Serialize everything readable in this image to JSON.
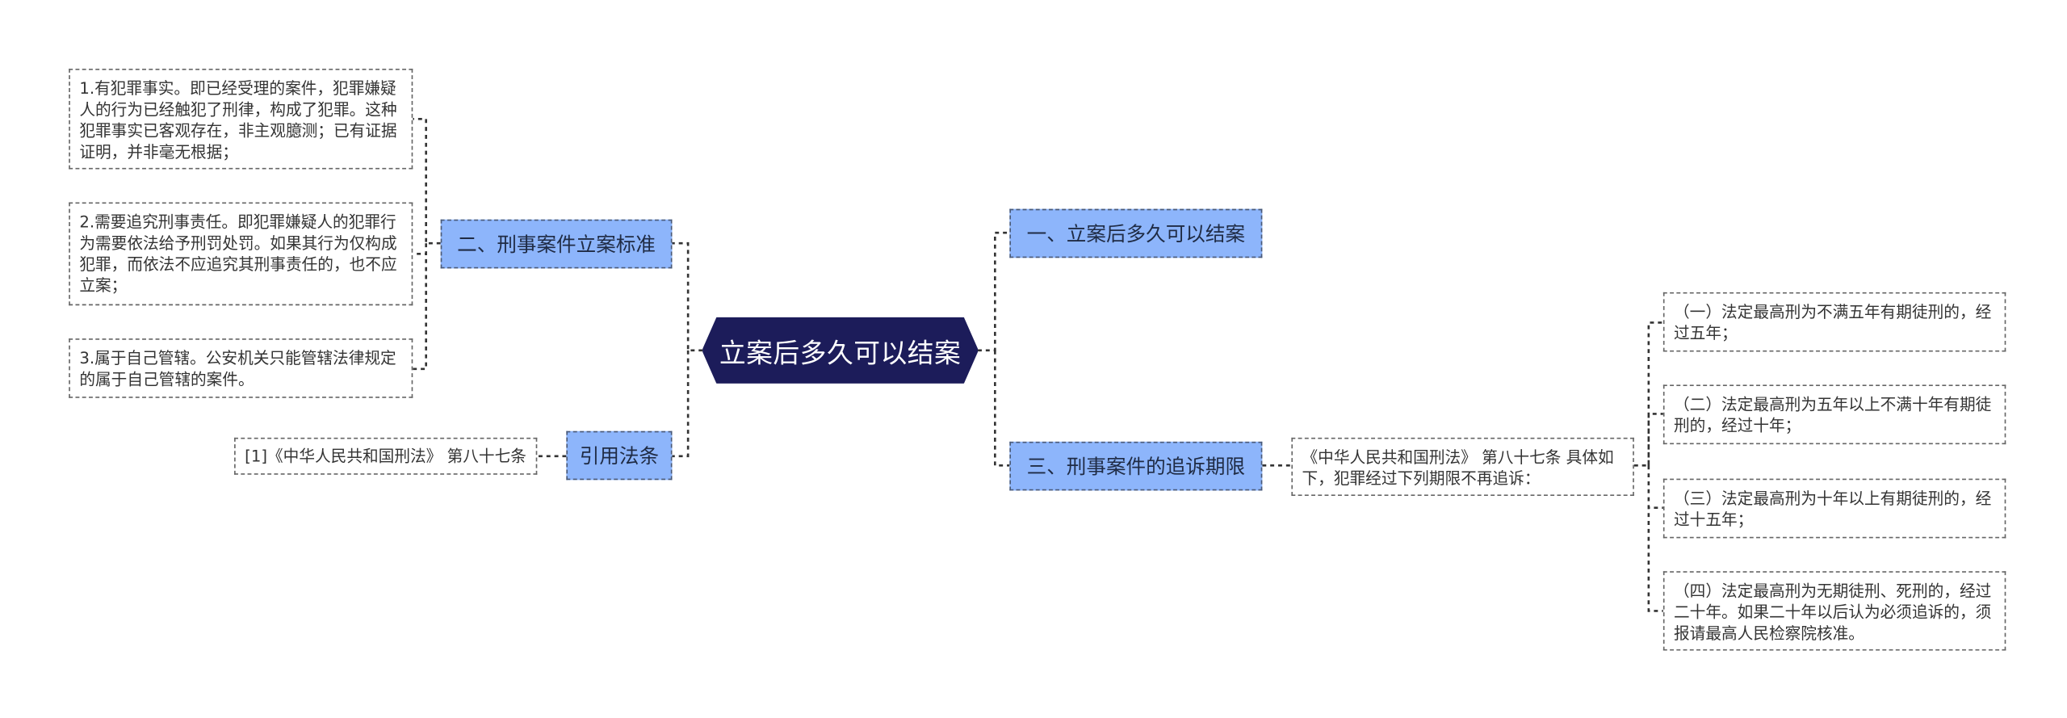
{
  "root": {
    "label": "立案后多久可以结案",
    "color": "#1c1c5a"
  },
  "branches": {
    "standard": {
      "label": "二、刑事案件立案标准",
      "items": [
        "1.有犯罪事实。即已经受理的案件，犯罪嫌疑人的行为已经触犯了刑律，构成了犯罪。这种犯罪事实已客观存在，非主观臆测；已有证据证明，并非毫无根据；",
        "2.需要追究刑事责任。即犯罪嫌疑人的犯罪行为需要依法给予刑罚处罚。如果其行为仅构成犯罪，而依法不应追究其刑事责任的，也不应立案；",
        "3.属于自己管辖。公安机关只能管辖法律规定的属于自己管辖的案件。"
      ]
    },
    "citation": {
      "label": "引用法条",
      "items": [
        "[1]《中华人民共和国刑法》 第八十七条"
      ]
    },
    "duration": {
      "label": "一、立案后多久可以结案"
    },
    "limitation": {
      "label": "三、刑事案件的追诉期限",
      "intro": "《中华人民共和国刑法》 第八十七条 具体如下，犯罪经过下列期限不再追诉：",
      "items": [
        "（一）法定最高刑为不满五年有期徒刑的，经过五年；",
        "（二）法定最高刑为五年以上不满十年有期徒刑的，经过十年；",
        "（三）法定最高刑为十年以上有期徒刑的，经过十五年；",
        "（四）法定最高刑为无期徒刑、死刑的，经过二十年。如果二十年以后认为必须追诉的，须报请最高人民检察院核准。"
      ]
    }
  },
  "colors": {
    "root_fill": "#1c1c5a",
    "branch_fill": "#8db5fb",
    "line": "#333333"
  }
}
